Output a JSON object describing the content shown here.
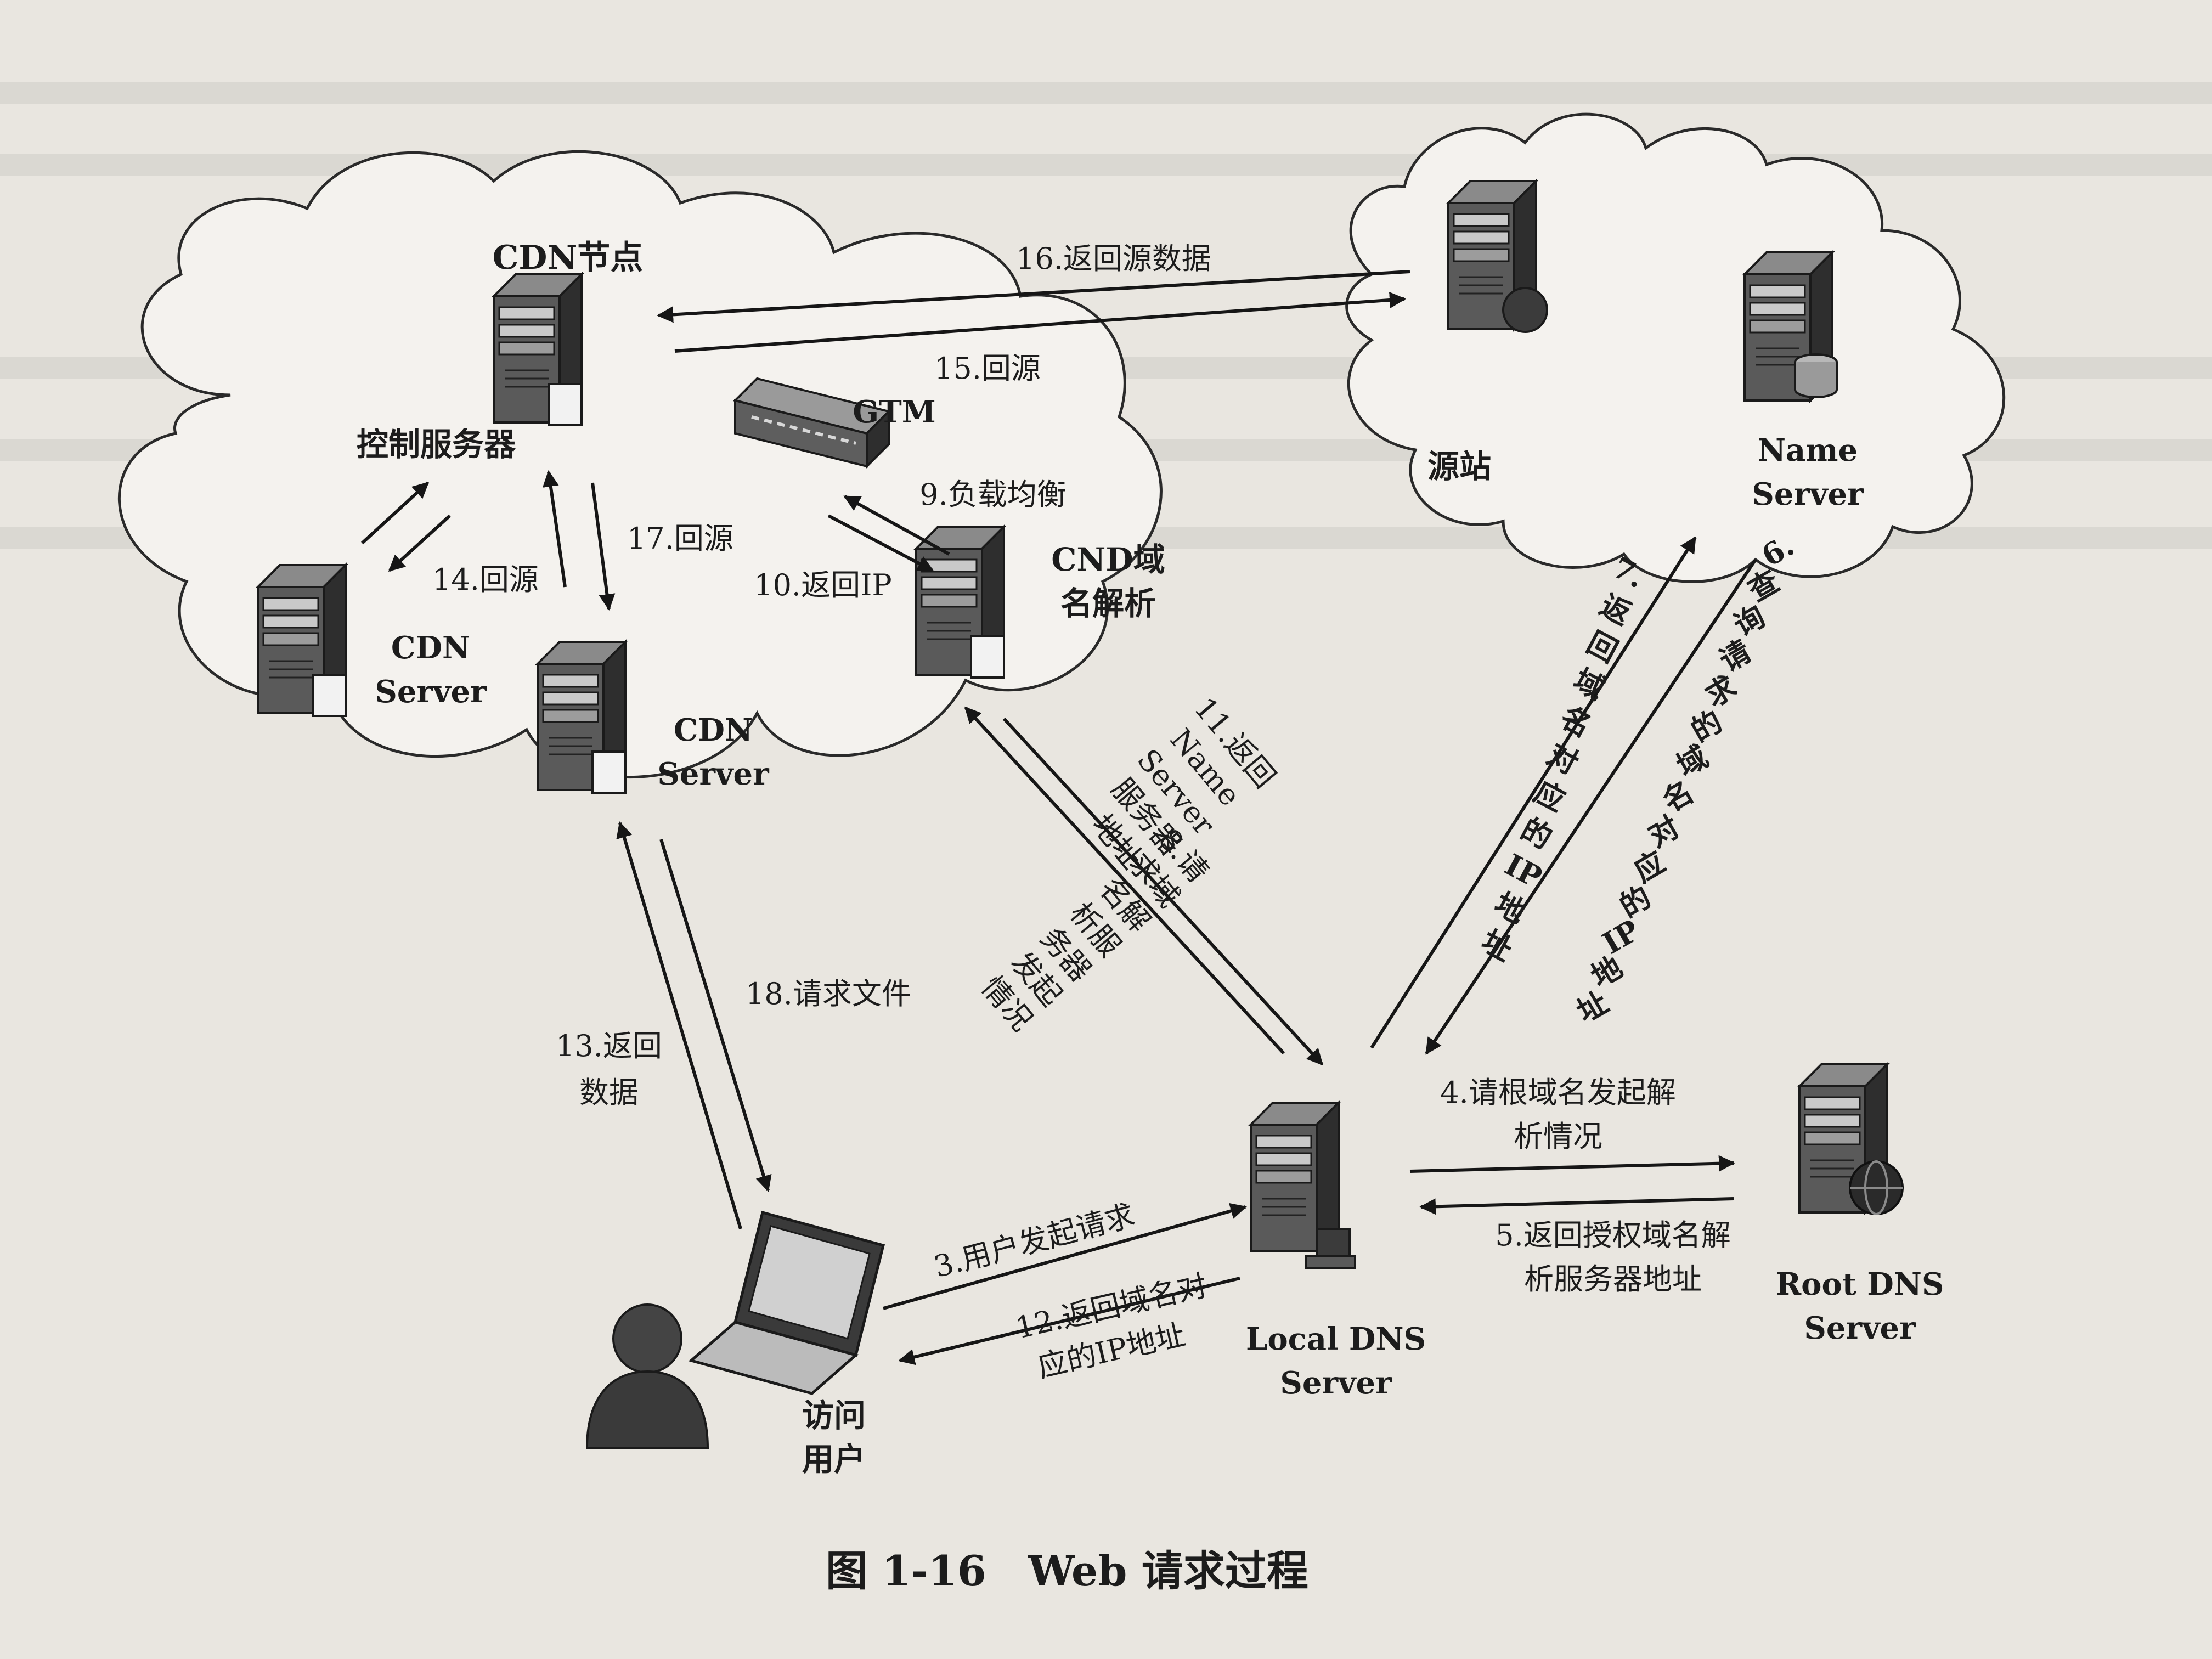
{
  "nodes": {
    "cdn_node": "CDN节点",
    "control_server": "控制服务器",
    "gtm": "GTM",
    "cnd_resolver": [
      "CND域",
      "名解析"
    ],
    "cdn_server_left": [
      "CDN",
      "Server"
    ],
    "cdn_server_right": [
      "CDN",
      "Server"
    ],
    "origin": "源站",
    "name_server": [
      "Name",
      "Server"
    ],
    "local_dns": [
      "Local DNS",
      "Server"
    ],
    "root_dns": [
      "Root DNS",
      "Server"
    ],
    "user": [
      "访问",
      "用户"
    ]
  },
  "edges": {
    "e3": "3.用户发起请求",
    "e4": [
      "4.请根域名发起解",
      "析情况"
    ],
    "e5": [
      "5.返回授权域名解",
      "析服务器地址"
    ],
    "e6": [
      "6.",
      "查",
      "询",
      "请",
      "求",
      "的",
      "域",
      "名",
      "对",
      "应",
      "的",
      "IP",
      "地",
      "址"
    ],
    "e7": [
      "7.",
      "返",
      "回",
      "域",
      "名",
      "对",
      "应",
      "的",
      "IP",
      "地",
      "址"
    ],
    "e8": [
      "8.请",
      "求域",
      "名解",
      "析服",
      "务器",
      "发起",
      "情况"
    ],
    "e9": "9.负载均衡",
    "e10": "10.返回IP",
    "e11": [
      "11.返回",
      "Name",
      "Server",
      "服务器",
      "地址"
    ],
    "e12": [
      "12.返回域名对",
      "应的IP地址"
    ],
    "e13": [
      "13.返回",
      "数据"
    ],
    "e14": "14.回源",
    "e15": "15.回源",
    "e16": "16.返回源数据",
    "e17": "17.回源",
    "e18": "18.请求文件"
  },
  "caption": "图 1-16　Web 请求过程",
  "colors": {
    "paper": "#e9e6e0",
    "ink": "#161616",
    "cloud_fill": "#f4f2ee",
    "server_dark": "#3a3a3a",
    "server_light": "#7d7d7d"
  },
  "icons": {
    "server": "server-tower-icon",
    "database": "database-icon",
    "globe": "globe-icon",
    "switch": "network-switch-icon",
    "laptop": "laptop-icon",
    "person": "person-icon"
  }
}
